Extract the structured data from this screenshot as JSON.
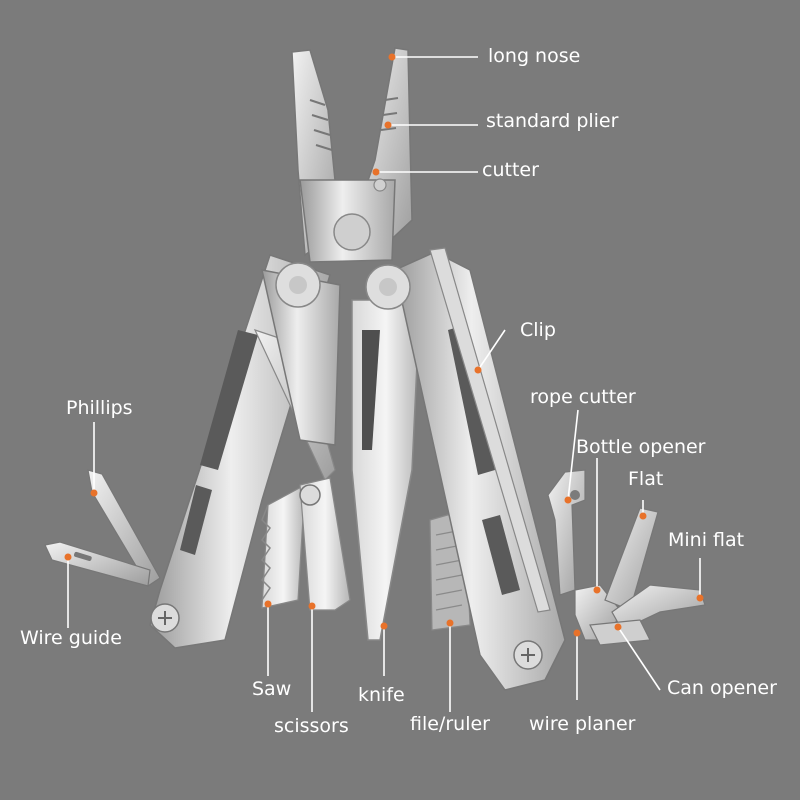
{
  "colors": {
    "background": "#7b7b7b",
    "steel_light": "#e6e6e6",
    "steel_mid": "#bdbdbd",
    "steel_dark": "#8e8e8e",
    "handle_slot": "#555555",
    "leader_line": "#ffffff",
    "marker_dot": "#e8722a",
    "label_text": "#ffffff"
  },
  "labels": {
    "long_nose": "long nose",
    "standard_plier": "standard plier",
    "cutter": "cutter",
    "clip": "Clip",
    "phillips": "Phillips",
    "rope_cutter": "rope cutter",
    "bottle_opener": "Bottle opener",
    "flat": "Flat",
    "mini_flat": "Mini flat",
    "wire_guide": "Wire guide",
    "saw": "Saw",
    "scissors": "scissors",
    "knife": "knife",
    "file_ruler": "file/ruler",
    "wire_planer": "wire planer",
    "can_opener": "Can opener"
  },
  "icons": {
    "product": "multitool-pliers-icon",
    "marker": "orange-dot-icon"
  }
}
